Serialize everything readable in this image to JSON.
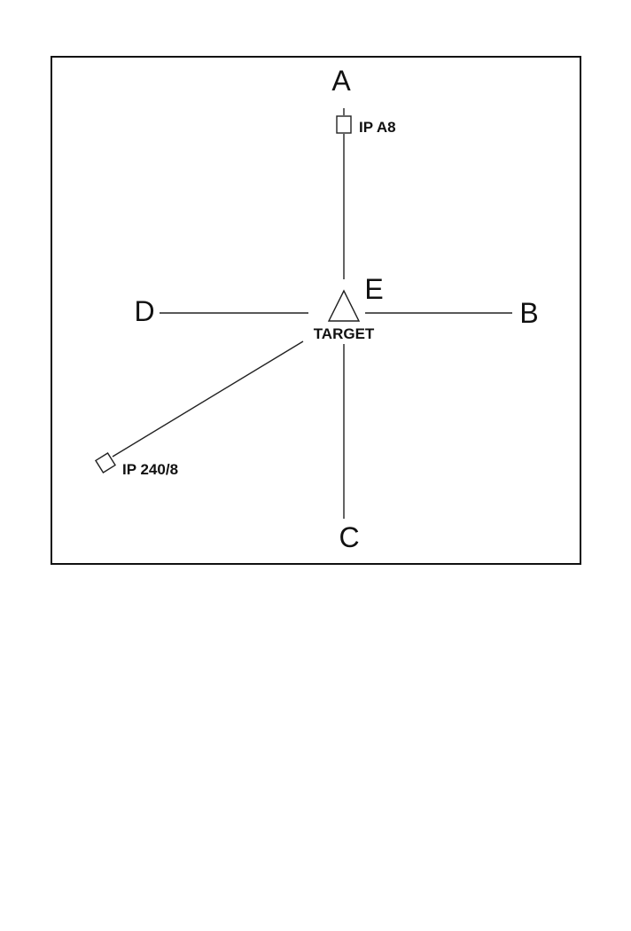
{
  "labels": {
    "north": "A",
    "east": "B",
    "south": "C",
    "west": "D",
    "center": "E",
    "target": "TARGET",
    "ip_north": "IP A8",
    "ip_southwest": "IP 240/8"
  },
  "colors": {
    "stroke": "#222222",
    "background": "#ffffff"
  },
  "markers": {
    "target": "triangle",
    "ip_points": "square"
  }
}
